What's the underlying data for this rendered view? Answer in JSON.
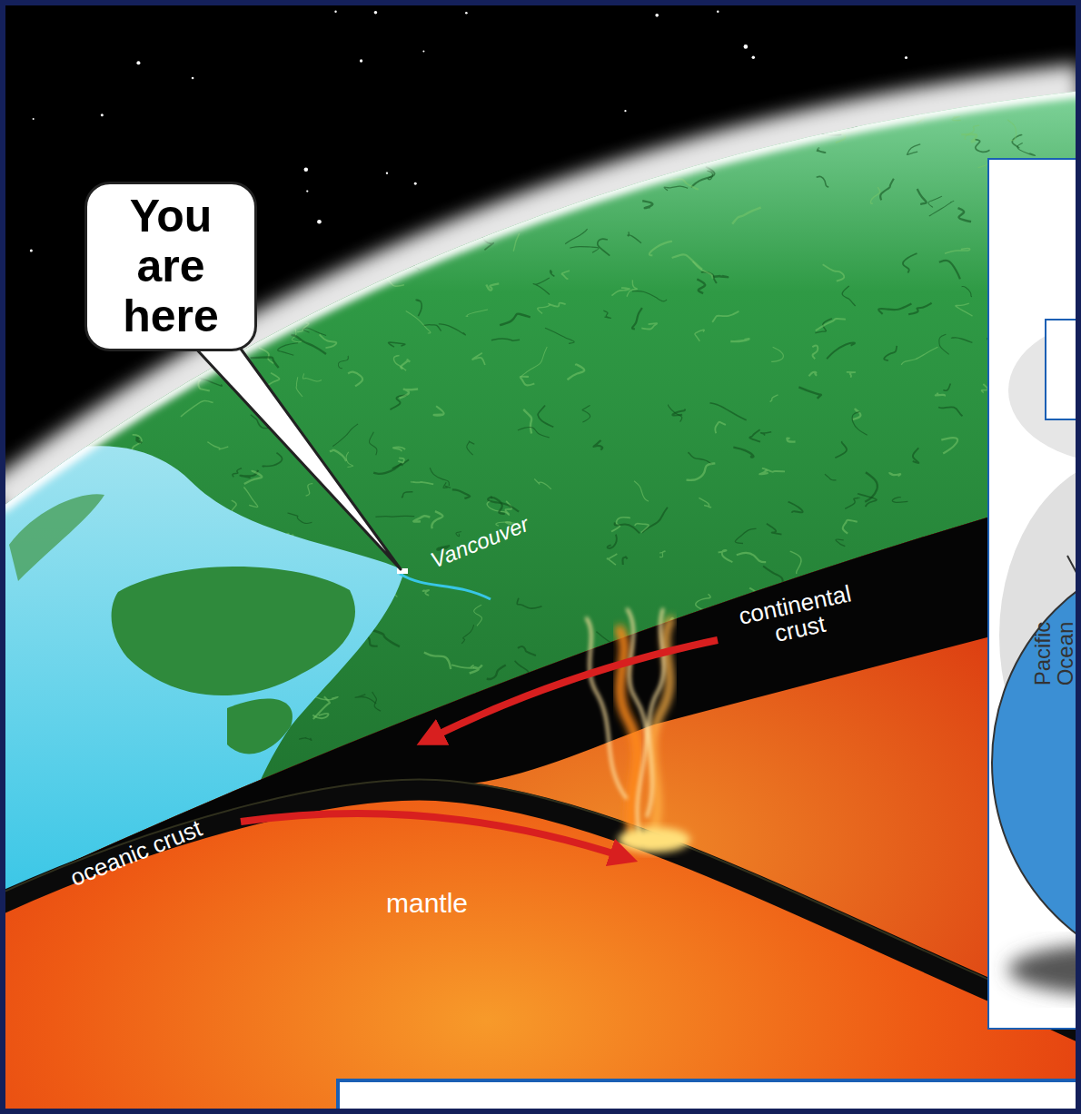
{
  "diagram": {
    "nodes": [
      {
        "text": [
          "You are here"
        ]
      }
    ],
    "labels": [
      "Vancouver",
      "continental crust",
      "oceanic crust",
      "mantle",
      "Pacific Ocean"
    ]
  }
}
